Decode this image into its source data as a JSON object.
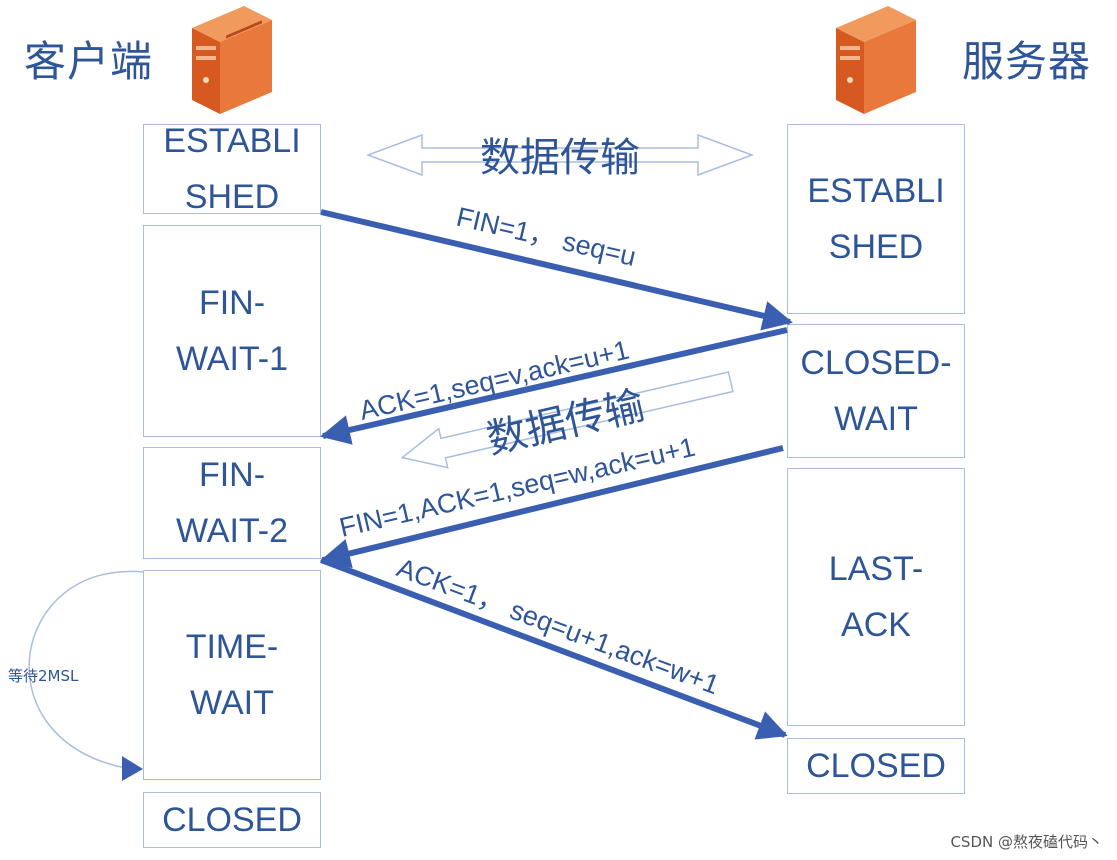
{
  "client_title": "客户端",
  "server_title": "服务器",
  "client_states": [
    "ESTABLI\nSHED",
    "FIN-\nWAIT-1",
    "FIN-\nWAIT-2",
    "TIME-\nWAIT",
    "CLOSED"
  ],
  "server_states": [
    "ESTABLI\nSHED",
    "CLOSED-\nWAIT",
    "LAST-\nACK",
    "CLOSED"
  ],
  "data_transfer_1": "数据传输",
  "data_transfer_2": "数据传输",
  "messages": {
    "fin1": "FIN=1，  seq=u",
    "ack1": "ACK=1,seq=v,ack=u+1",
    "fin2": "FIN=1,ACK=1,seq=w,ack=u+1",
    "ack2": "ACK=1，  seq=u+1,ack=w+1"
  },
  "wait_label": "等待2MSL",
  "watermark": "CSDN @熬夜磕代码丶",
  "colors": {
    "text": "#2e5597",
    "arrow": "#3a5fb0",
    "box_border": "#a9bede",
    "server_icon": "#e0652a"
  },
  "icons": [
    "server-icon",
    "server-icon"
  ]
}
